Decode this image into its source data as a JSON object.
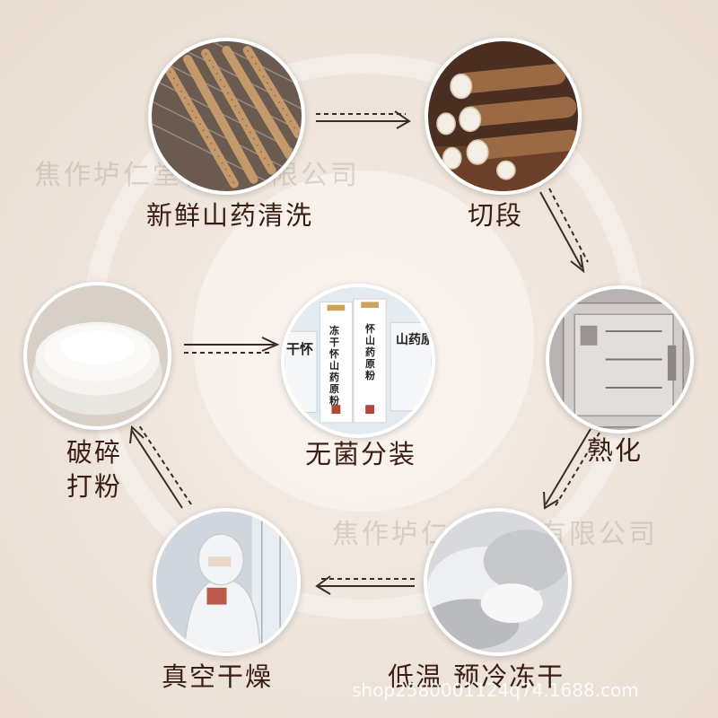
{
  "steps": {
    "wash": "新鲜山药清洗",
    "cut": "切段",
    "cook": "熟化",
    "freeze": "低温  预冷冻干",
    "vacuum": "真空干燥",
    "grind_line1": "破碎",
    "grind_line2": "打粉",
    "pack": "无菌分装"
  },
  "package_text": {
    "front_left": "冻干怀山药原粉",
    "front_right": "怀山药原粉",
    "box_left": "干怀",
    "box_right": "山药原"
  },
  "watermark": "焦作垆仁堂食品有限公司",
  "footer": "shop2580001124q74.1688.com",
  "colors": {
    "label": "#3a1e14",
    "arrow": "#3a2a28",
    "background": "#efe4da"
  }
}
